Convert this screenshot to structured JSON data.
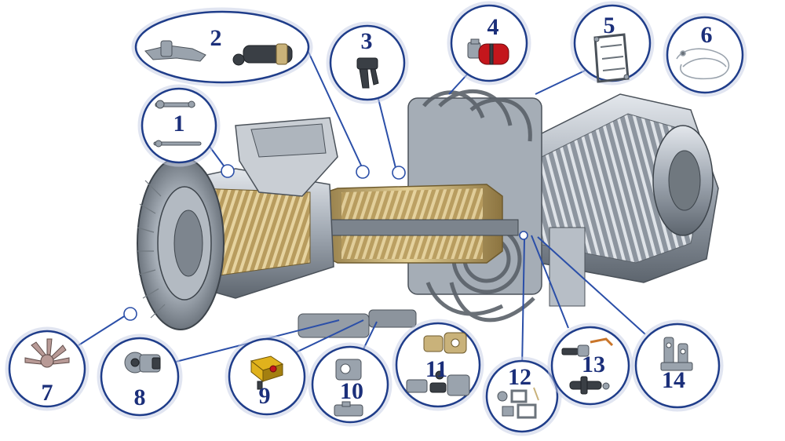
{
  "callouts": [
    {
      "id": "1",
      "label": "1"
    },
    {
      "id": "2",
      "label": "2"
    },
    {
      "id": "3",
      "label": "3"
    },
    {
      "id": "4",
      "label": "4"
    },
    {
      "id": "5",
      "label": "5"
    },
    {
      "id": "6",
      "label": "6"
    },
    {
      "id": "7",
      "label": "7"
    },
    {
      "id": "8",
      "label": "8"
    },
    {
      "id": "9",
      "label": "9"
    },
    {
      "id": "10",
      "label": "10"
    },
    {
      "id": "11",
      "label": "11"
    },
    {
      "id": "12",
      "label": "12"
    },
    {
      "id": "13",
      "label": "13"
    },
    {
      "id": "14",
      "label": "14"
    }
  ],
  "colors": {
    "callout_stroke": "#1f3d8a",
    "label_text": "#1b2f7a",
    "leader_line": "#2b4fa8",
    "metal": "#9aa3ad",
    "blade_gold": "#c9b27a"
  },
  "icons": {
    "engine": "gas-turbine-cutaway",
    "parts": [
      "shaft-part",
      "actuator-part",
      "bracket-part",
      "red-pump-part",
      "frame-part",
      "wire-harness-part",
      "fuel-nozzle-part",
      "valve-part",
      "yellow-valve-part",
      "housing-part",
      "pump-assembly-part",
      "gasket-plates-part",
      "sensor-part",
      "manifold-part"
    ]
  }
}
